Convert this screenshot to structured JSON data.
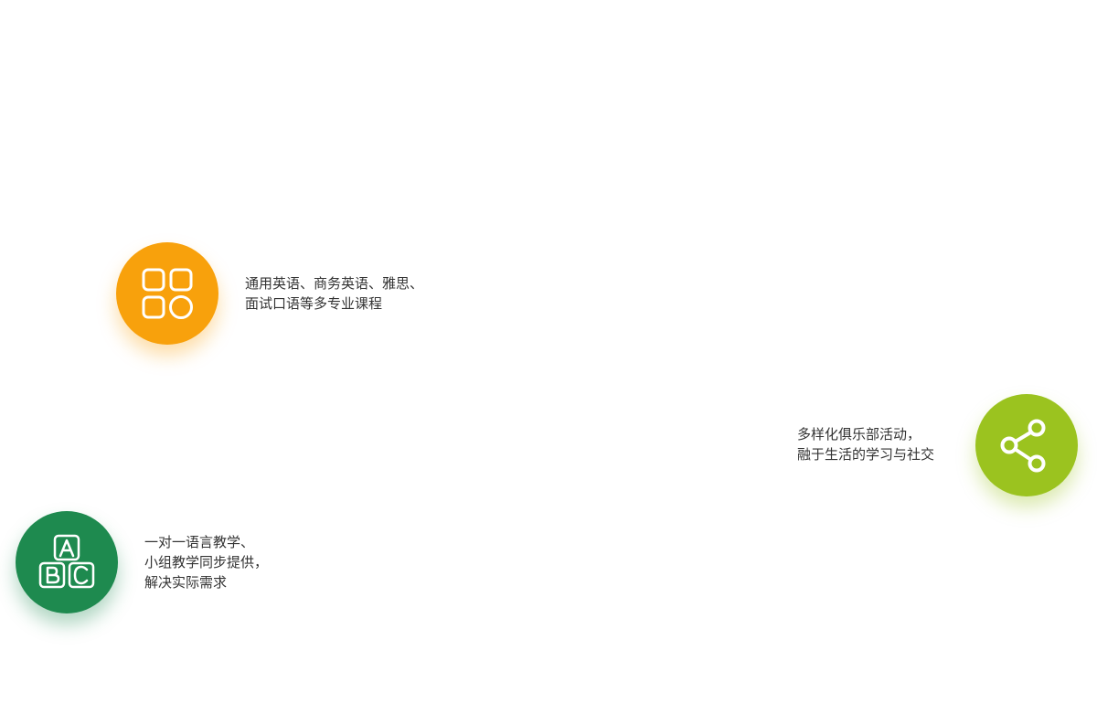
{
  "features": [
    {
      "icon": "grid-apps-icon",
      "color": "#f8a10c",
      "lines": [
        "通用英语、商务英语、雅思、",
        "面试口语等多专业课程"
      ]
    },
    {
      "icon": "share-icon",
      "color": "#9bc31f",
      "lines": [
        "多样化俱乐部活动，",
        "融于生活的学习与社交"
      ]
    },
    {
      "icon": "abc-blocks-icon",
      "color": "#1e8a4f",
      "lines": [
        "一对一语言教学、",
        "小组教学同步提供，",
        "解决实际需求"
      ]
    }
  ]
}
